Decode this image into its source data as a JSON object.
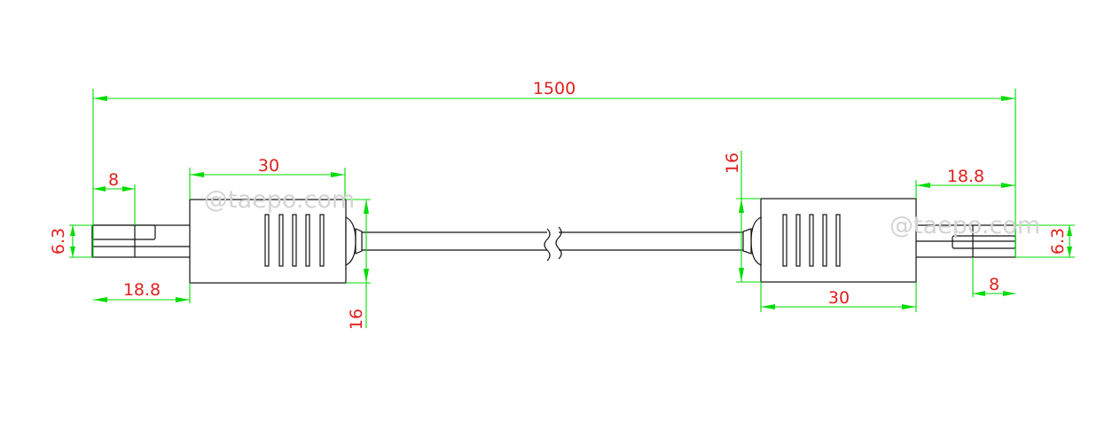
{
  "dimensions": {
    "overall_length": "1500",
    "left_boot_length": "30",
    "left_pin_length": "8",
    "left_plug_width": "6.3",
    "left_plug_length": "18.8",
    "left_boot_height": "16",
    "right_boot_height": "16",
    "right_plug_length": "18.8",
    "right_plug_width": "6.3",
    "right_boot_length": "30",
    "right_pin_length": "8"
  },
  "watermarks": {
    "left": "@taepo.com",
    "right": "@taepo.com"
  },
  "colors": {
    "dimension_lines": "#00dd00",
    "dimension_text": "#e0201c",
    "outline": "#111111",
    "watermark": "#d4d4d4"
  }
}
